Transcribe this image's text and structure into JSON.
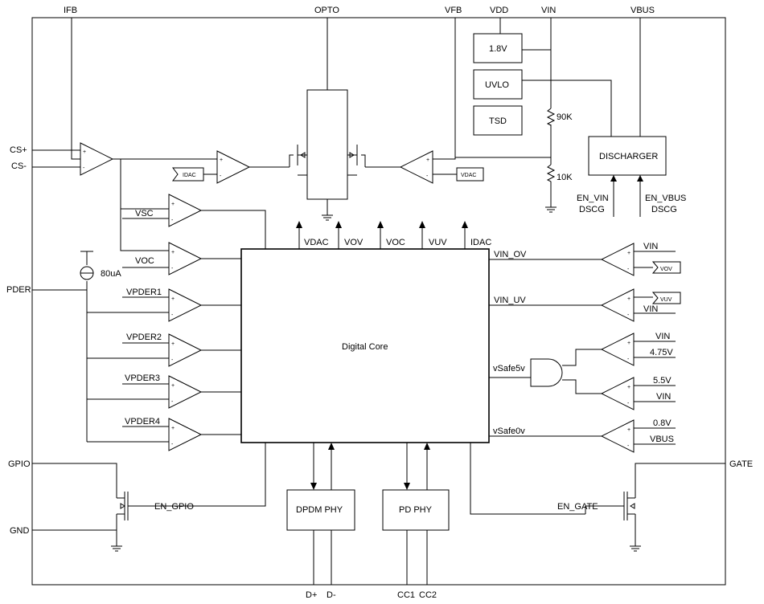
{
  "pins": {
    "ifb": "IFB",
    "opto": "OPTO",
    "vfb": "VFB",
    "vdd": "VDD",
    "vin": "VIN",
    "vbus": "VBUS",
    "cs_plus": "CS+",
    "cs_minus": "CS-",
    "pder": "PDER",
    "gpio": "GPIO",
    "gnd": "GND",
    "gate": "GATE",
    "d_plus": "D+",
    "d_minus": "D-",
    "cc1": "CC1",
    "cc2": "CC2"
  },
  "blocks": {
    "reg_1v8": "1.8V",
    "uvlo": "UVLO",
    "tsd": "TSD",
    "discharger": "DISCHARGER",
    "digital_core": "Digital Core",
    "dpdm_phy": "DPDM PHY",
    "pd_phy": "PD PHY"
  },
  "resistors": {
    "top": "90K",
    "bottom": "10K"
  },
  "current_source": "80uA",
  "signals": {
    "en_vin": "EN_VIN",
    "en_vin_2": "DSCG",
    "en_vbus": "EN_VBUS",
    "en_vbus_2": "DSCG",
    "vsc": "VSC",
    "voc": "VOC",
    "vpder1": "VPDER1",
    "vpder2": "VPDER2",
    "vpder3": "VPDER3",
    "vpder4": "VPDER4",
    "en_gpio": "EN_GPIO",
    "en_gate": "EN_GATE"
  },
  "core_outputs": [
    "VDAC",
    "VOV",
    "VOC",
    "VUV",
    "IDAC"
  ],
  "core_right": {
    "vin_ov": "VIN_OV",
    "vin_uv": "VIN_UV",
    "vsafe5v": "vSafe5v",
    "vsafe0v": "vSafe0v"
  },
  "dac_tags": {
    "idac": "IDAC",
    "vdac": "VDAC",
    "vov": "VOV",
    "vuv": "VUV"
  },
  "comp_inputs": {
    "ov_vin": "VIN",
    "uv_vin": "VIN",
    "s5a_vin": "VIN",
    "s5a_ref": "4.75V",
    "s5b_ref": "5.5V",
    "s5b_vin": "VIN",
    "s0_ref": "0.8V",
    "s0_vbus": "VBUS"
  },
  "signs": {
    "plus": "+",
    "minus": "-"
  }
}
